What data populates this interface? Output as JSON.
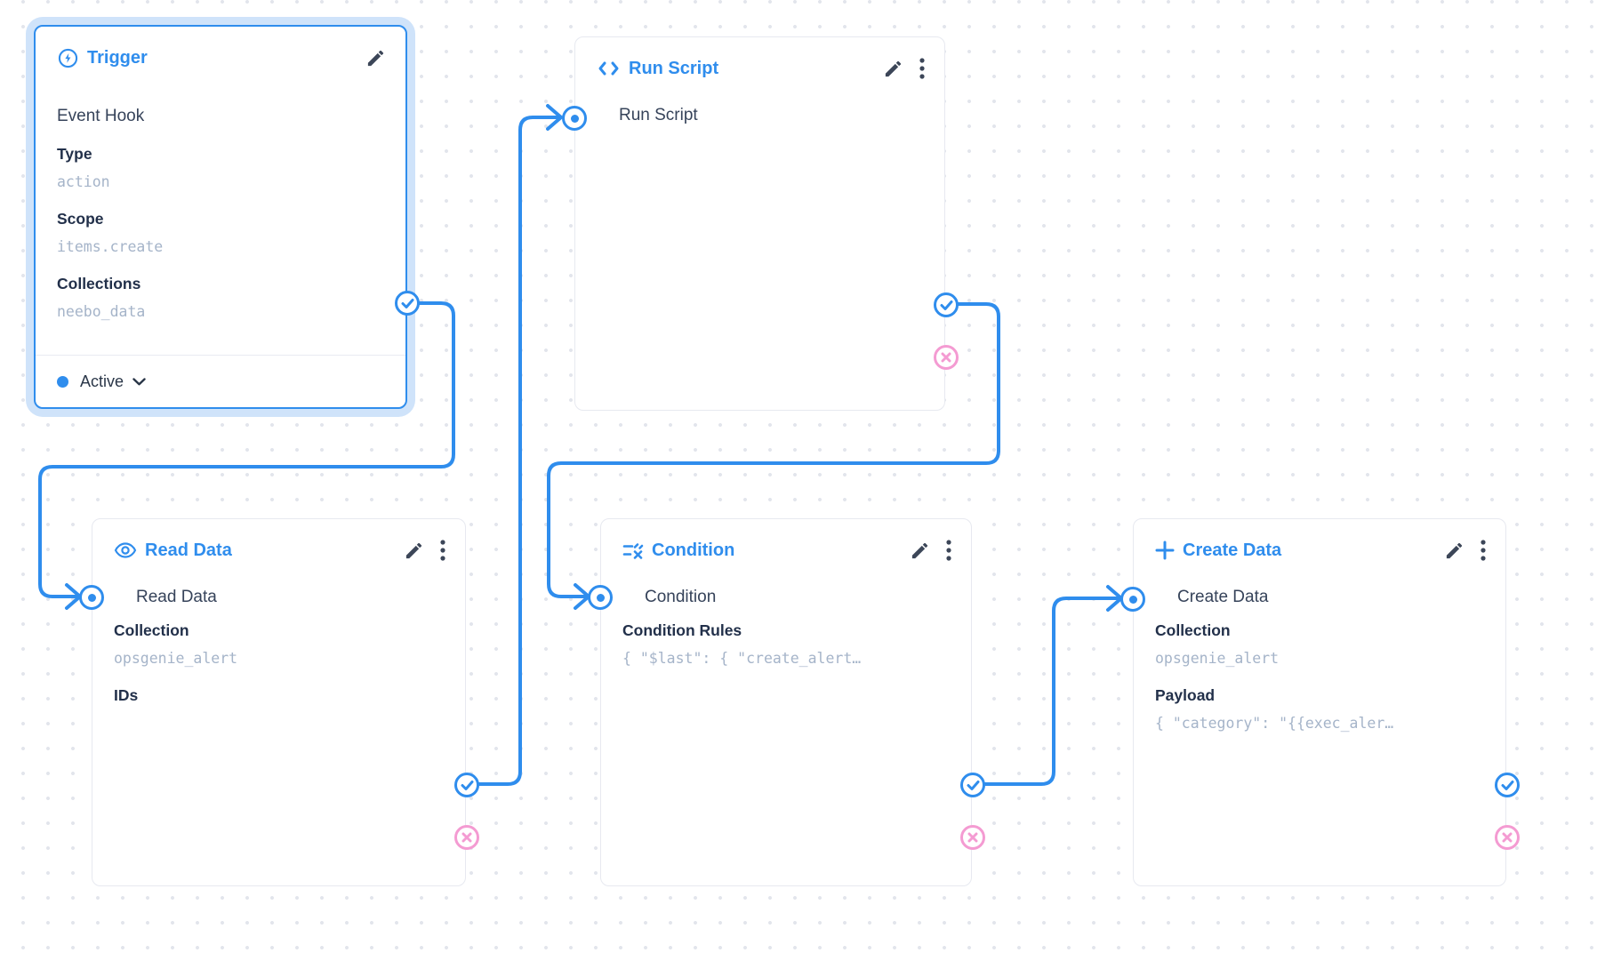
{
  "colors": {
    "accent": "#2f8ded",
    "reject_pink": "#f49bd2",
    "trigger_halo": "#cfe3fa",
    "card_border": "#e7e9f0",
    "mono_value": "#a5b4c9"
  },
  "nodes": {
    "trigger": {
      "icon": "bolt-circle-icon",
      "title": "Trigger",
      "subtitle": "Event Hook",
      "fields": [
        {
          "label": "Type",
          "value": "action"
        },
        {
          "label": "Scope",
          "value": "items.create"
        },
        {
          "label": "Collections",
          "value": "neebo_data"
        }
      ],
      "status": {
        "label": "Active"
      }
    },
    "run_script": {
      "icon": "code-icon",
      "title": "Run Script",
      "input_label": "Run Script"
    },
    "read_data": {
      "icon": "eye-icon",
      "title": "Read Data",
      "input_label": "Read Data",
      "fields": [
        {
          "label": "Collection",
          "value": "opsgenie_alert"
        },
        {
          "label": "IDs",
          "value": ""
        }
      ]
    },
    "condition": {
      "icon": "rule-icon",
      "title": "Condition",
      "input_label": "Condition",
      "fields": [
        {
          "label": "Condition Rules",
          "value": "{ \"$last\": { \"create_alert…"
        }
      ]
    },
    "create_data": {
      "icon": "plus-icon",
      "title": "Create Data",
      "input_label": "Create Data",
      "fields": [
        {
          "label": "Collection",
          "value": "opsgenie_alert"
        },
        {
          "label": "Payload",
          "value": "{ \"category\": \"{{exec_aler…"
        }
      ]
    }
  }
}
